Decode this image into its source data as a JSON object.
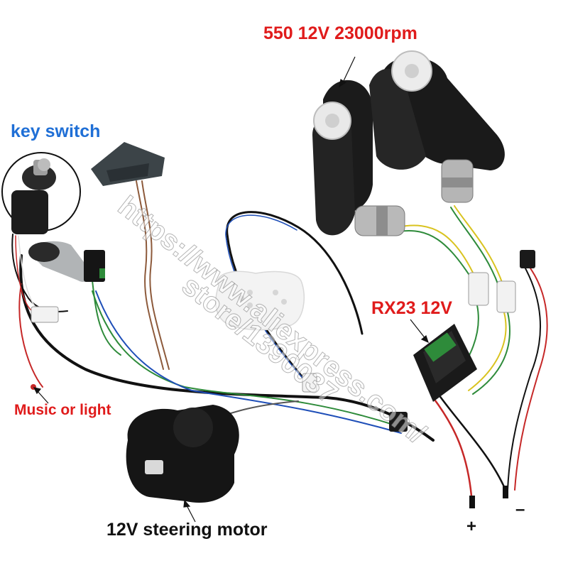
{
  "labels": {
    "motor": "550 12V 23000rpm",
    "key_switch": "key switch",
    "receiver": "RX23 12V",
    "music": "Music or light",
    "steering": "12V steering motor",
    "plus": "+",
    "minus": "–"
  },
  "watermark": {
    "line1": "https://www.aliexpress.com/",
    "line2": "store/1390037"
  },
  "colors": {
    "label_red": "#e01b1b",
    "label_blue": "#1f6fd6",
    "plastic_black": "#1a1a1a",
    "gear_white": "#e9e9e9",
    "wire_green": "#2e8b3a",
    "wire_yellow": "#d9c31f",
    "wire_red": "#c62828",
    "wire_blue": "#1f4fb8",
    "wire_brown": "#8d5a3b"
  }
}
